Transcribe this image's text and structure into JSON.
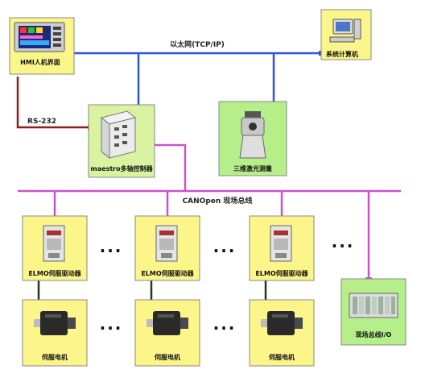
{
  "colors": {
    "ethernet": "#2f55d4",
    "canbus": "#c855c8",
    "rs232": "#8a1f1f",
    "box_yellow": "#fbf58a",
    "box_green": "#d9f3a0",
    "box_light_green": "#b6ef8a",
    "wire_dark": "#1f3a2a"
  },
  "labels": {
    "hmi": "HMI人机界面",
    "system_computer": "系统计算机",
    "ethernet": "以太网(TCP/IP)",
    "rs232": "RS-232",
    "controller": "maestro多轴控制器",
    "laser": "三维激光测量",
    "canopen": "CANOpen 现场总线",
    "drive_1": "ELMO伺服驱动器",
    "drive_2": "ELMO伺服驱动器",
    "drive_3": "ELMO伺服驱动器",
    "motor_1": "伺服电机",
    "motor_2": "伺服电机",
    "motor_3": "伺服电机",
    "fieldbus_io": "现场总线I/O",
    "ellipsis_drives_1": "···",
    "ellipsis_drives_2": "···",
    "ellipsis_drives_3": "···",
    "ellipsis_motors_1": "···",
    "ellipsis_motors_2": "···"
  },
  "icons": {
    "hmi": "hmi-panel-icon",
    "computer": "desktop-computer-icon",
    "controller": "motion-controller-icon",
    "laser": "laser-scanner-icon",
    "drive": "servo-drive-icon",
    "motor": "servo-motor-icon",
    "io": "io-module-icon"
  }
}
